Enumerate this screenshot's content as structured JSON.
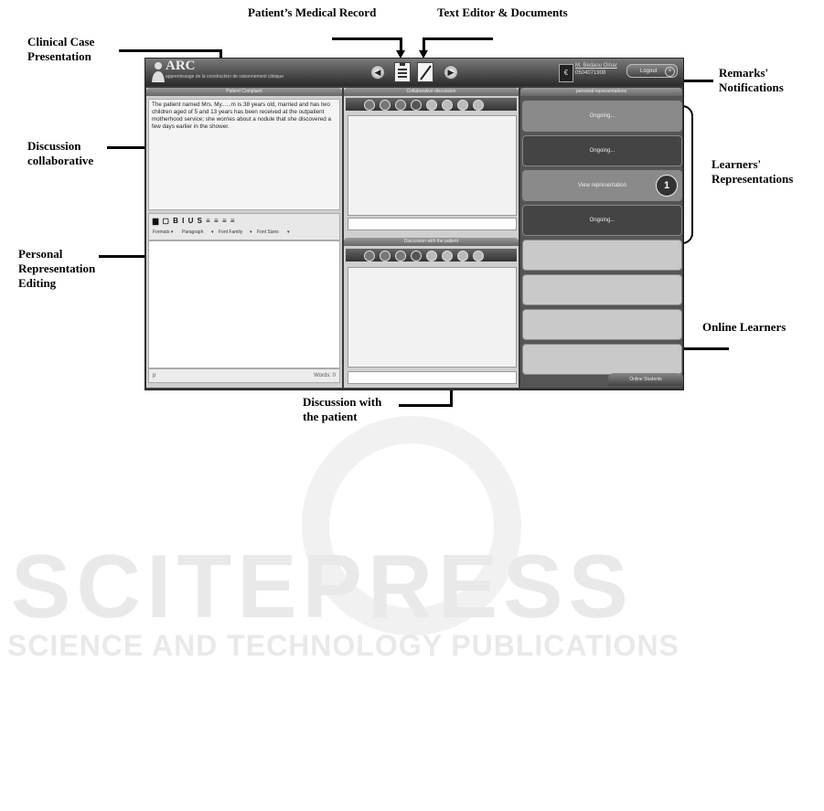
{
  "app": {
    "logo_title": "ARC",
    "logo_subtitle": "apprentissage de la construction de raisonnement clinique",
    "nav_prev": "◀",
    "nav_next": "▶",
    "user_name": "M. Bedaou Omar",
    "user_id": "0504071908",
    "logout_label": "Logout",
    "logout_icon": "close-icon"
  },
  "left": {
    "header": "Patient Complaint",
    "complaint_text": "The patient named Mrs. My......m is 38 years old, married and has two children aged of 5 and 13 years has been received at the outpatient motherhood service; she worries about a nodule that she discovered a few days earlier in the shower.",
    "toolbar_icons": "▆ ▢ B I U S ≡ ≡ ≡ ≡",
    "formats": "Formats ▾",
    "paragraph": "Paragraph",
    "font_family": "Font Family",
    "font_sizes": "Font Sizes",
    "status_path": "p",
    "status_words": "Words: 0"
  },
  "middle": {
    "collab_header": "Collaborative discussion",
    "patient_header": "Discussion with the patient"
  },
  "right": {
    "header": "personal representations",
    "reps": [
      "Ongoing...",
      "Ongoing...",
      "View representation",
      "Ongoing..."
    ],
    "badge": "1",
    "online_button": "Online Students"
  },
  "annotations": {
    "medical_record": "Patient’s Medical Record",
    "text_editor": "Text Editor & Documents",
    "clinical_case": [
      "Clinical Case",
      "Presentation"
    ],
    "discussion_collab": [
      "Discussion",
      "collaborative"
    ],
    "personal_rep": [
      "Personal",
      "Representation",
      "Editing"
    ],
    "remarks": [
      "Remarks'",
      "Notifications"
    ],
    "learners": [
      "Learners'",
      "Representations"
    ],
    "online": "Online Learners",
    "discussion_patient": [
      "Discussion with",
      "the patient"
    ]
  },
  "watermark": {
    "big": "SCITEPRESS",
    "small": "SCIENCE AND TECHNOLOGY PUBLICATIONS"
  }
}
